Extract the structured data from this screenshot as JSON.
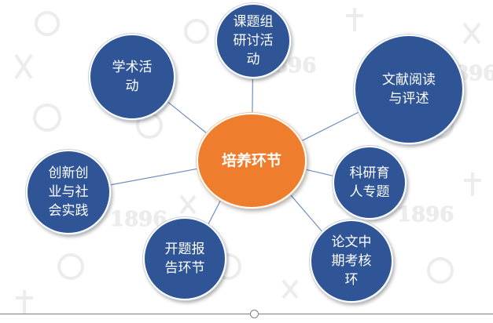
{
  "center": {
    "label": "培养环节"
  },
  "nodes": [
    {
      "id": "ketizu",
      "label": "课题组\n研讨活\n动"
    },
    {
      "id": "wenxian",
      "label": "文献阅读\n与评述"
    },
    {
      "id": "keyan",
      "label": "科研育\n人专题"
    },
    {
      "id": "lunwen",
      "label": "论文中\n期考核\n环"
    },
    {
      "id": "kaiti",
      "label": "开题报\n告环节"
    },
    {
      "id": "chuangxin",
      "label": "创新创\n业与社\n会实践"
    },
    {
      "id": "xueshu",
      "label": "学术活\n动"
    }
  ],
  "colors": {
    "center_fill": "#ef7d2e",
    "node_fill": "#2f5597",
    "connector": "#6f8fbf",
    "watermark": "#ececec"
  }
}
